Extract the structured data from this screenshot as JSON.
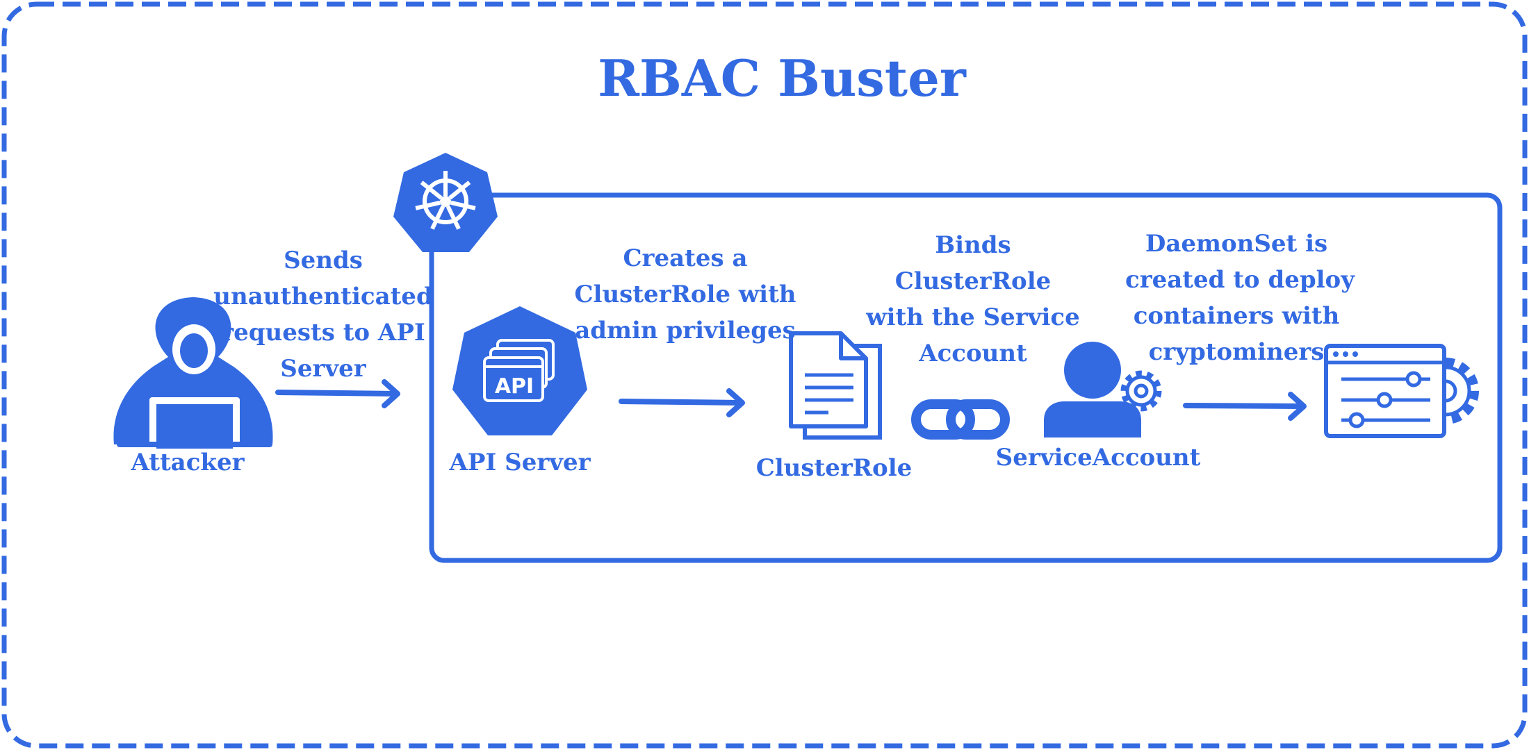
{
  "title": "RBAC Buster",
  "colors": {
    "primary": "#336ae2",
    "background": "#ffffff"
  },
  "nodes": {
    "attacker": {
      "label": "Attacker",
      "icon": "hooded-hacker-laptop-icon"
    },
    "api_server": {
      "label": "API Server",
      "icon": "api-windows-heptagon-icon",
      "icon_text": "API"
    },
    "cluster_role": {
      "label": "ClusterRole",
      "icon": "document-stack-icon"
    },
    "service_account": {
      "label": "ServiceAccount",
      "icon": "user-gear-icon"
    },
    "daemonset": {
      "icon": "settings-window-gear-icon"
    },
    "kubernetes": {
      "icon": "kubernetes-helm-wheel-icon"
    },
    "binding": {
      "icon": "chain-link-icon"
    }
  },
  "steps": [
    {
      "lines": [
        "Sends",
        "unauthenticated",
        "requests to API",
        "Server"
      ]
    },
    {
      "lines": [
        "Creates a",
        "ClusterRole with",
        "admin privileges"
      ]
    },
    {
      "lines": [
        "Binds",
        "ClusterRole",
        "with the Service",
        "Account"
      ]
    },
    {
      "lines": [
        "DaemonSet is",
        "created to deploy",
        "containers with",
        "cryptominers"
      ]
    }
  ]
}
